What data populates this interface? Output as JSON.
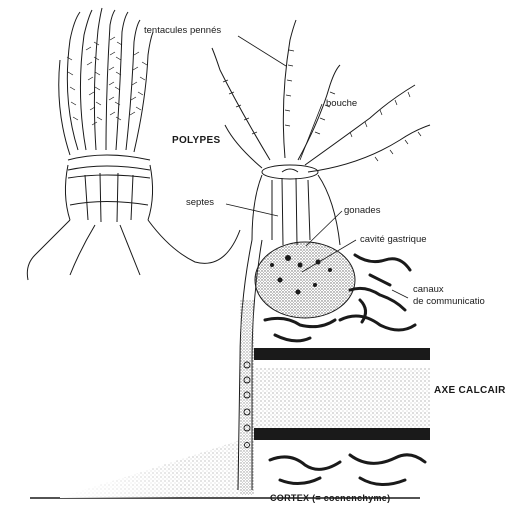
{
  "labels": {
    "tentacules": "tentacules pennés",
    "bouche": "bouche",
    "polypes": "POLYPES",
    "septes": "septes",
    "gonades": "gonades",
    "cavite": "cavité gastrique",
    "canaux_1": "canaux",
    "canaux_2": "de communicatio",
    "axe": "AXE CALCAIR",
    "cortex": "CORTEX (= coenenchyme)"
  },
  "colors": {
    "ink": "#1a1a1a",
    "background": "#ffffff",
    "stipple": "#9a9a9a"
  }
}
